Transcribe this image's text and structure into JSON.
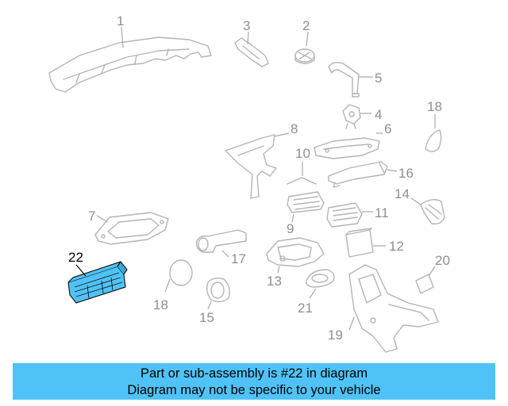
{
  "diagram": {
    "highlight_part": "22",
    "highlight_color": "#4fc3f7",
    "callouts": [
      {
        "id": "c1",
        "label": "1"
      },
      {
        "id": "c2",
        "label": "2"
      },
      {
        "id": "c3",
        "label": "3"
      },
      {
        "id": "c4",
        "label": "4"
      },
      {
        "id": "c5",
        "label": "5"
      },
      {
        "id": "c6",
        "label": "6"
      },
      {
        "id": "c7",
        "label": "7"
      },
      {
        "id": "c8",
        "label": "8"
      },
      {
        "id": "c9",
        "label": "9"
      },
      {
        "id": "c10",
        "label": "10"
      },
      {
        "id": "c11",
        "label": "11"
      },
      {
        "id": "c12",
        "label": "12"
      },
      {
        "id": "c13",
        "label": "13"
      },
      {
        "id": "c14",
        "label": "14"
      },
      {
        "id": "c15",
        "label": "15"
      },
      {
        "id": "c16",
        "label": "16"
      },
      {
        "id": "c17",
        "label": "17"
      },
      {
        "id": "c18a",
        "label": "18"
      },
      {
        "id": "c18b",
        "label": "18"
      },
      {
        "id": "c19",
        "label": "19"
      },
      {
        "id": "c20",
        "label": "20"
      },
      {
        "id": "c21",
        "label": "21"
      },
      {
        "id": "c22",
        "label": "22"
      }
    ]
  },
  "banner": {
    "line1": "Part or sub-assembly is #22 in diagram",
    "line2": "Diagram may not be specific to your vehicle",
    "background": "#4fc3f7"
  }
}
